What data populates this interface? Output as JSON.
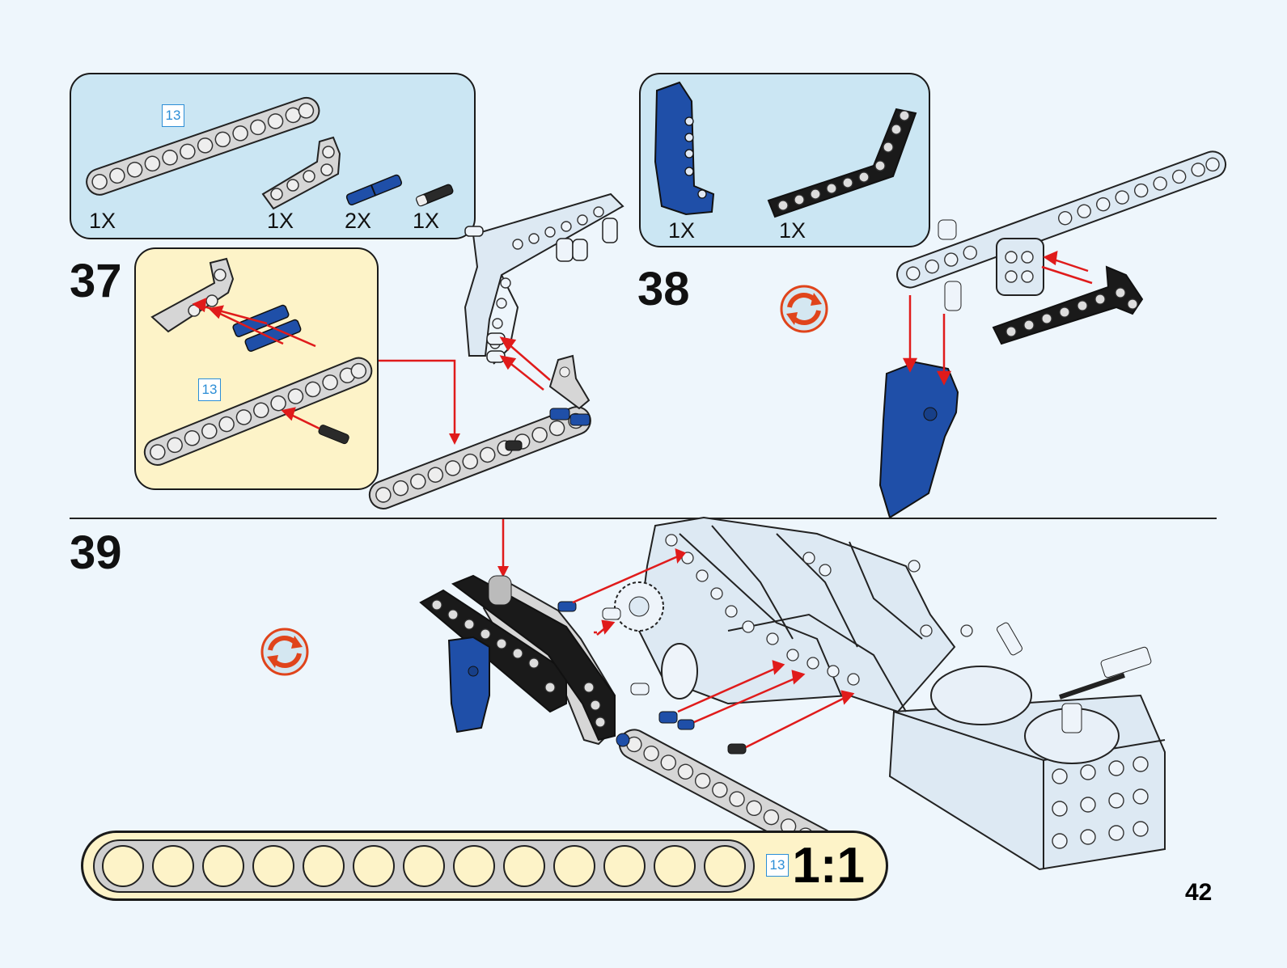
{
  "page_number": "42",
  "steps": [
    {
      "number": "37",
      "parts": [
        {
          "qty": "1X",
          "part": "beam-13",
          "len": "13",
          "color": "light-gray"
        },
        {
          "qty": "1X",
          "part": "L-beam-3x2",
          "color": "light-gray"
        },
        {
          "qty": "2X",
          "part": "axle-pin",
          "color": "blue"
        },
        {
          "qty": "1X",
          "part": "pin-friction",
          "color": "black"
        }
      ],
      "subassembly_len": "13"
    },
    {
      "number": "38",
      "parts": [
        {
          "qty": "1X",
          "part": "panel-fairing",
          "color": "blue"
        },
        {
          "qty": "1X",
          "part": "bent-beam",
          "color": "black"
        }
      ]
    },
    {
      "number": "39"
    }
  ],
  "ruler": {
    "len": "13",
    "scale": "1:1"
  },
  "colors": {
    "page_bg": "#eef6fc",
    "parts_panel": "#cbe6f3",
    "subassembly_panel": "#fdf3c8",
    "arrow": "#e01b1b",
    "blue_part": "#1f4fa8"
  }
}
